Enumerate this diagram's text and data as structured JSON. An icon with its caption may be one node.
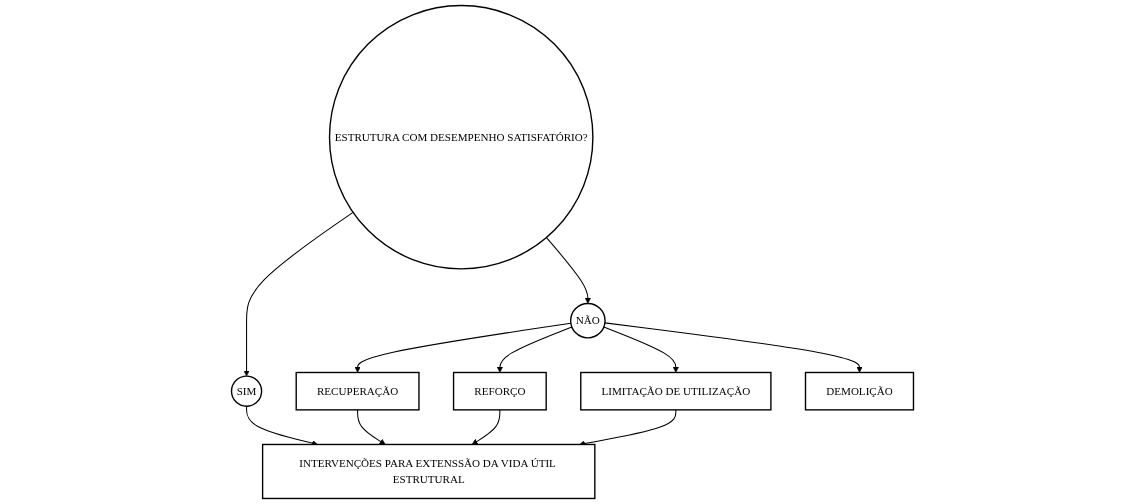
{
  "diagram": {
    "nodes": [
      {
        "text": [
          "ESTRUTURA COM DESEMPENHO SATISFATÓRIO?"
        ]
      },
      {
        "text": [
          "SIM"
        ]
      },
      {
        "text": [
          "NÃO"
        ]
      },
      {
        "text": [
          "RECUPERAÇÃO"
        ]
      },
      {
        "text": [
          "REFORÇO"
        ]
      },
      {
        "text": [
          "LIMITAÇÃO DE UTILIZAÇÃO"
        ]
      },
      {
        "text": [
          "INTERVENÇÕES PARA EXTENSSÃO DA VIDA ÚTIL ESTRUTURAL"
        ]
      },
      {
        "text": [
          "DEMOLIÇÃO"
        ]
      }
    ],
    "edges": [
      {
        "from": 0,
        "to": 1,
        "arrow": "to"
      },
      {
        "from": 0,
        "to": 2,
        "arrow": "to"
      },
      {
        "from": 2,
        "to": 3,
        "arrow": "to"
      },
      {
        "from": 2,
        "to": 4,
        "arrow": "to"
      },
      {
        "from": 2,
        "to": 5,
        "arrow": "to"
      },
      {
        "from": 2,
        "to": 7,
        "arrow": "to"
      },
      {
        "from": 1,
        "to": 6,
        "arrow": "to"
      },
      {
        "from": 3,
        "to": 6,
        "arrow": "to"
      },
      {
        "from": 4,
        "to": 6,
        "arrow": "to"
      },
      {
        "from": 5,
        "to": 6,
        "arrow": "to"
      }
    ]
  }
}
